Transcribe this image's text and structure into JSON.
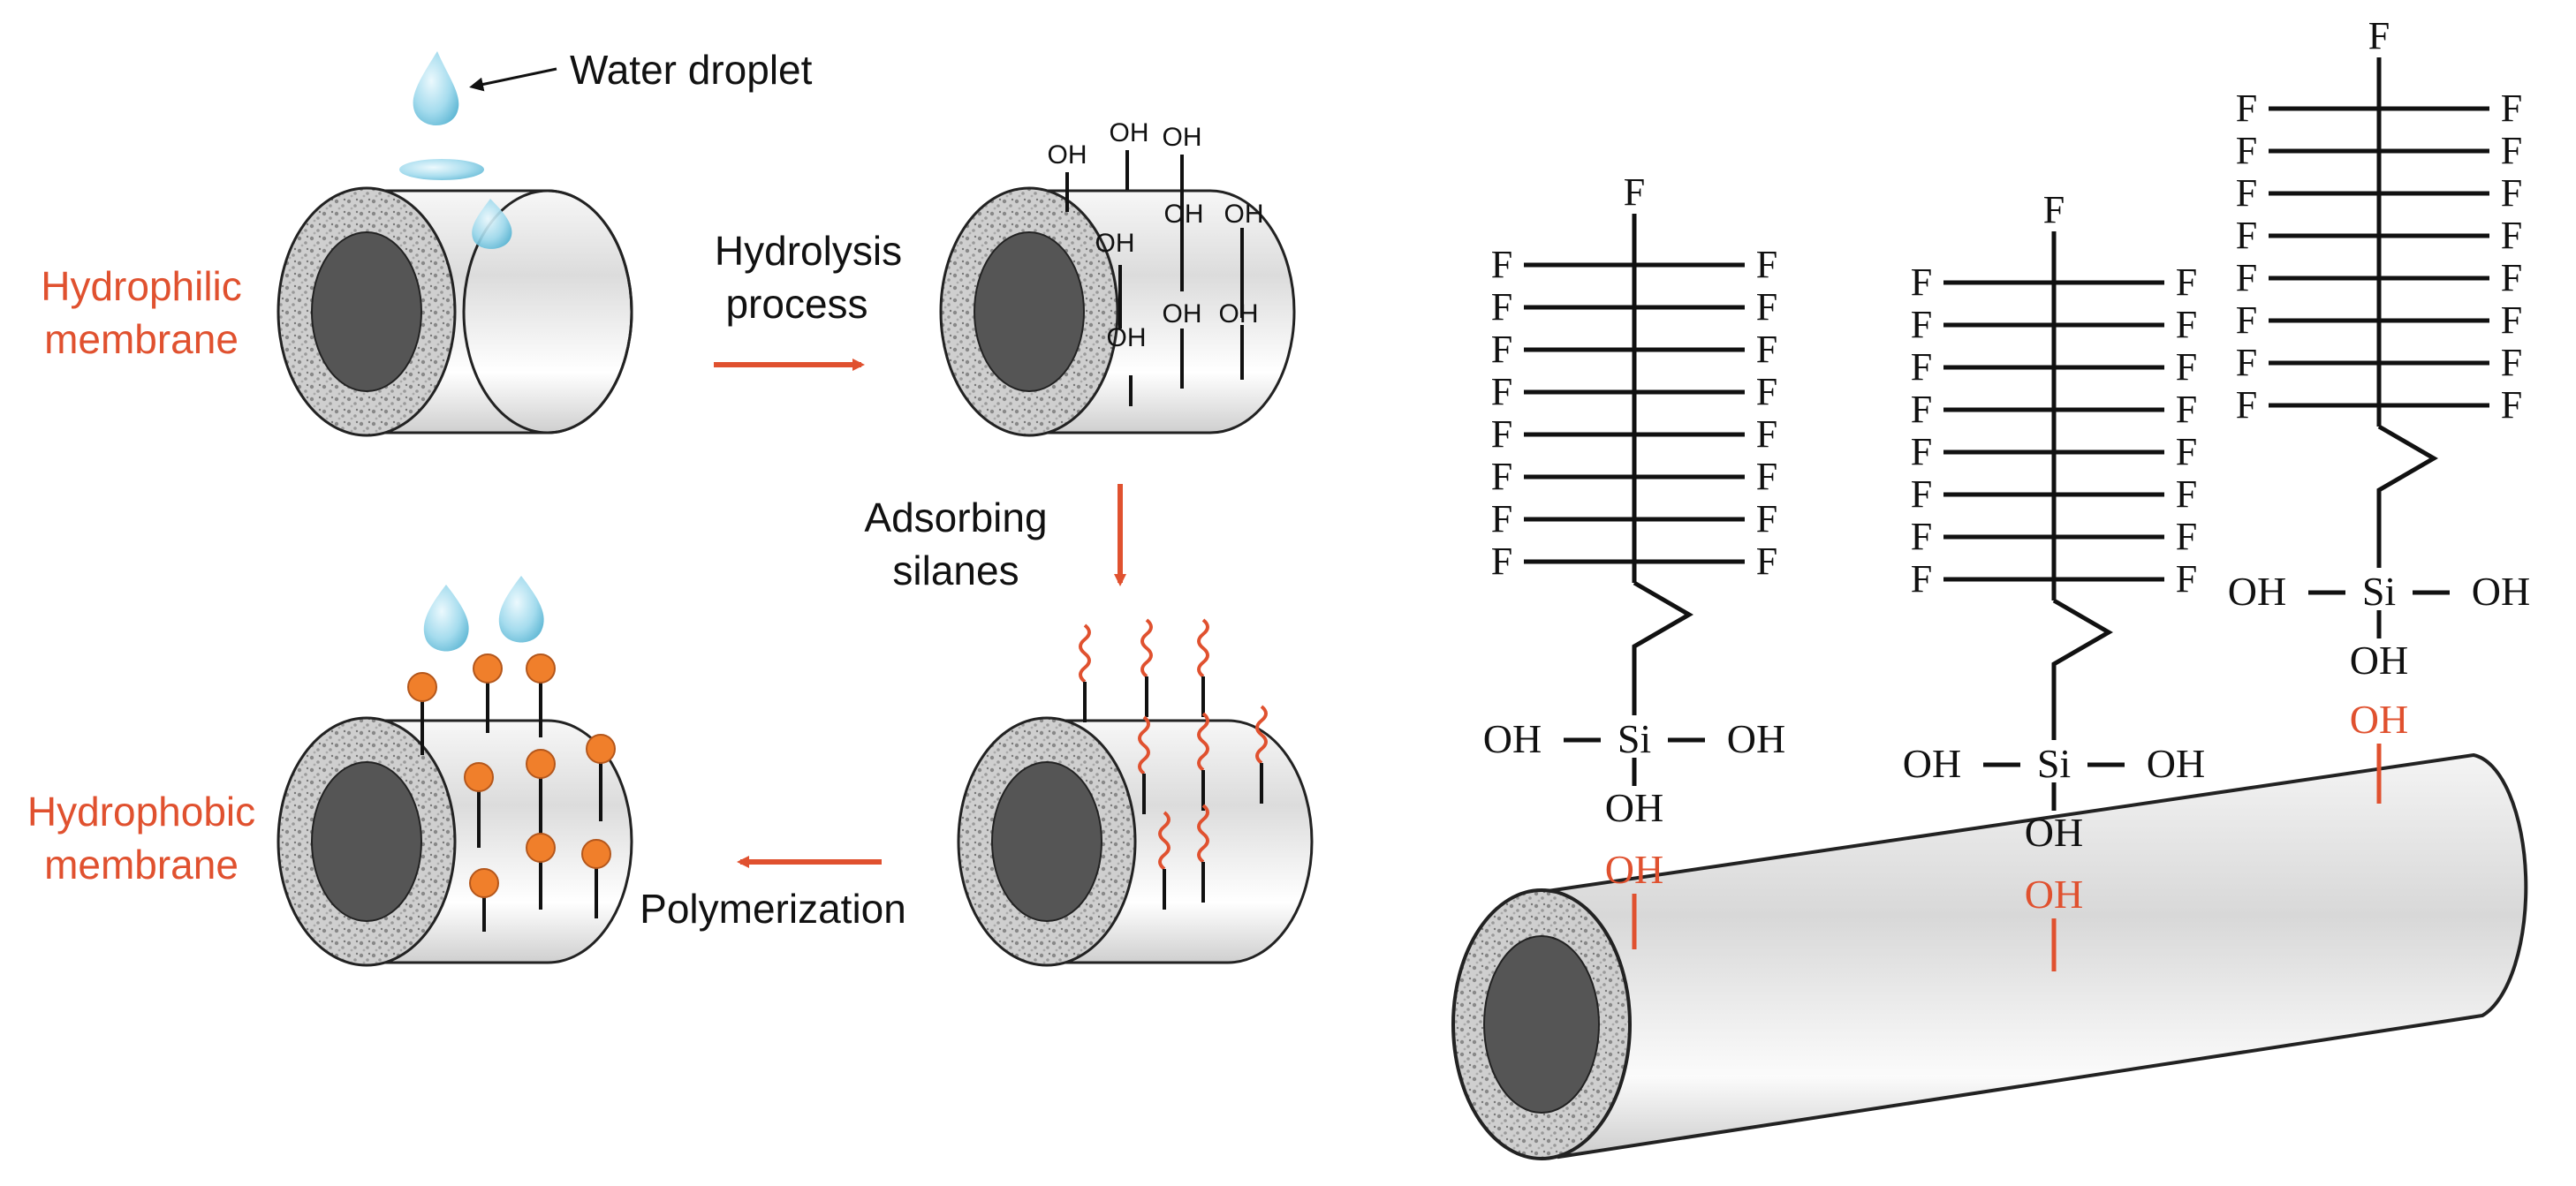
{
  "labels": {
    "water_droplet": "Water droplet",
    "hydrophilic_line1": "Hydrophilic",
    "hydrophilic_line2": "membrane",
    "hydrolysis_line1": "Hydrolysis",
    "hydrolysis_line2": "process",
    "adsorbing_line1": "Adsorbing",
    "adsorbing_line2": "silanes",
    "polymerization": "Polymerization",
    "hydrophobic_line1": "Hydrophobic",
    "hydrophobic_line2": "membrane"
  },
  "chem": {
    "fluorine": "F",
    "hydroxyl": "OH",
    "silicon": "Si"
  },
  "colors": {
    "accent_red": "#e0512f",
    "orange_ball": "#f07f2b",
    "tube_body": "#e2e2e2",
    "tube_core": "#555555",
    "droplet": "#8fd3ea",
    "ink": "#111111"
  }
}
